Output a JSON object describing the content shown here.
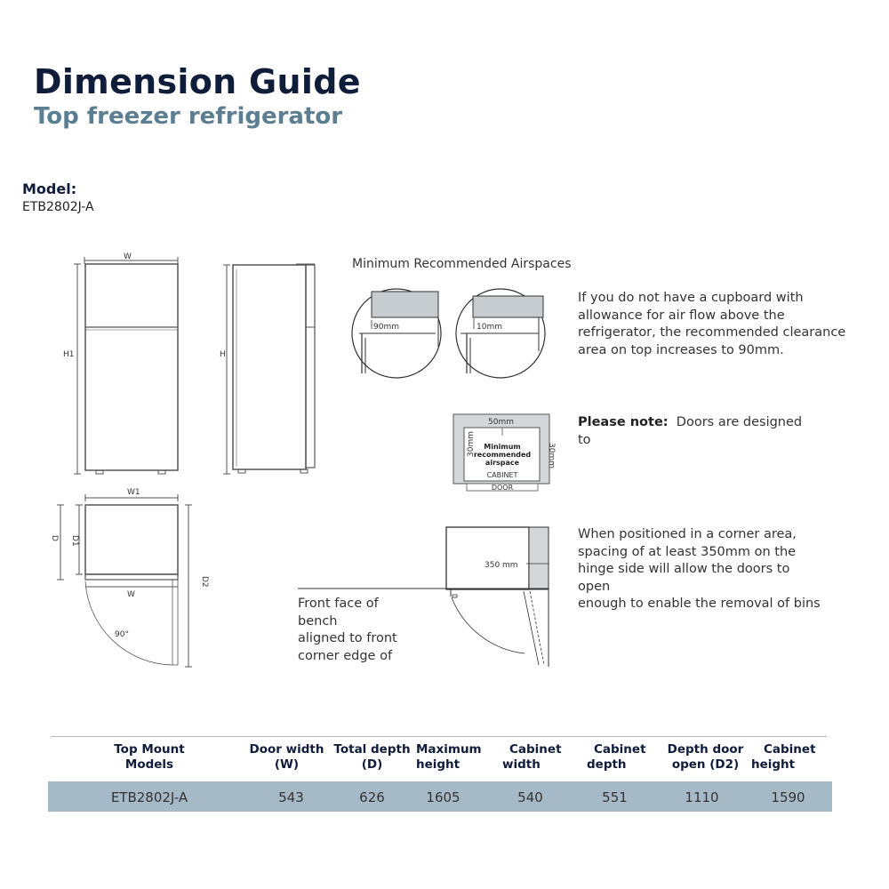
{
  "header": {
    "title": "Dimension Guide",
    "subtitle": "Top freezer refrigerator"
  },
  "model": {
    "label": "Model:",
    "value": "ETB2802J-A"
  },
  "drawings": {
    "front_labels": {
      "w": "W",
      "h1": "H1"
    },
    "side_labels": {
      "h": "H"
    },
    "top_labels": {
      "w1": "W1",
      "d": "D",
      "d1": "D1",
      "w": "W",
      "d2": "D2",
      "angle": "90°"
    }
  },
  "airspace": {
    "heading": "Minimum Recommended Airspaces",
    "detail_left_label": "90mm",
    "detail_right_label": "10mm",
    "cupboard_text": [
      "If you do not have a cupboard with",
      "allowance for air flow above the",
      "refrigerator, the recommended clearance",
      "area on top increases to 90mm."
    ],
    "cabinet": {
      "top": "50mm",
      "left": "30mm",
      "right": "30mm",
      "center": [
        "Minimum",
        "recommended",
        "airspace"
      ],
      "cabinet_label": "CABINET",
      "door_label": "DOOR"
    },
    "note_bold": "Please note:",
    "note_text": "Doors are designed",
    "note_text2": "to",
    "corner_label": "350 mm",
    "corner_text": [
      "When positioned in a corner area,",
      "spacing of at least 350mm on the",
      "hinge side will allow the doors to",
      "open",
      "enough to enable the removal of bins"
    ],
    "bench_text": [
      "Front face  of",
      "bench",
      "aligned to front",
      "corner edge of"
    ]
  },
  "table": {
    "headers": [
      [
        "Top Mount",
        "Models"
      ],
      [
        "Door width",
        "(W)"
      ],
      [
        "Total depth",
        "(D)"
      ],
      [
        "Maximum",
        "height"
      ],
      [
        "Cabinet",
        "width"
      ],
      [
        "Cabinet",
        "depth"
      ],
      [
        "Depth door",
        "open (D2)"
      ],
      [
        "Cabinet",
        "height"
      ]
    ],
    "rows": [
      [
        "ETB2802J-A",
        "543",
        "626",
        "1605",
        "540",
        "551",
        "1110",
        "1590"
      ]
    ]
  }
}
